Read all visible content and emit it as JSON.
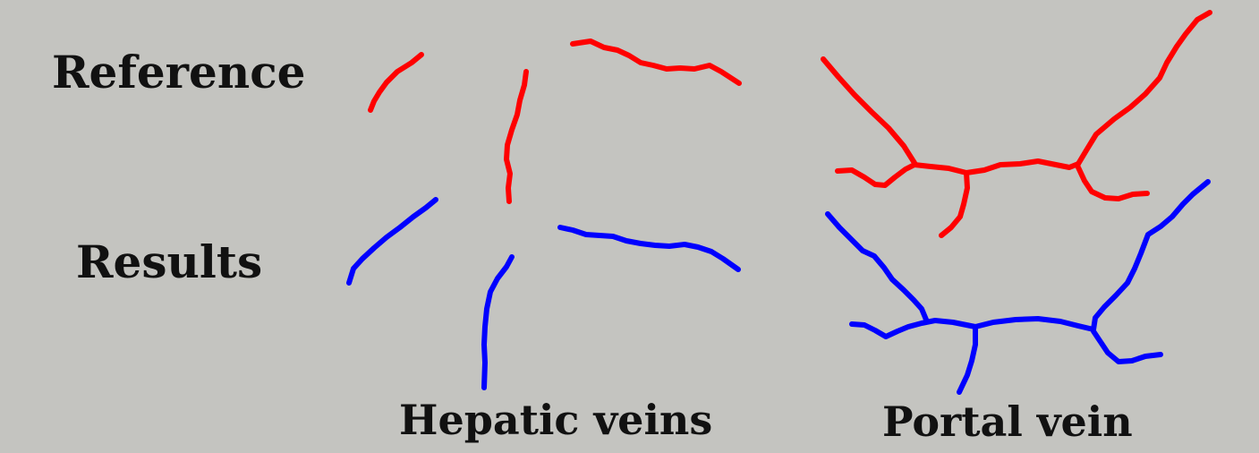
{
  "labels": {
    "reference": "Reference",
    "results": "Results",
    "hepatic_veins": "Hepatic veins",
    "portal_vein": "Portal vein"
  },
  "colors": {
    "background": "#c4c4c0",
    "reference": "#ff0000",
    "results": "#0000ff",
    "text": "#111111"
  }
}
